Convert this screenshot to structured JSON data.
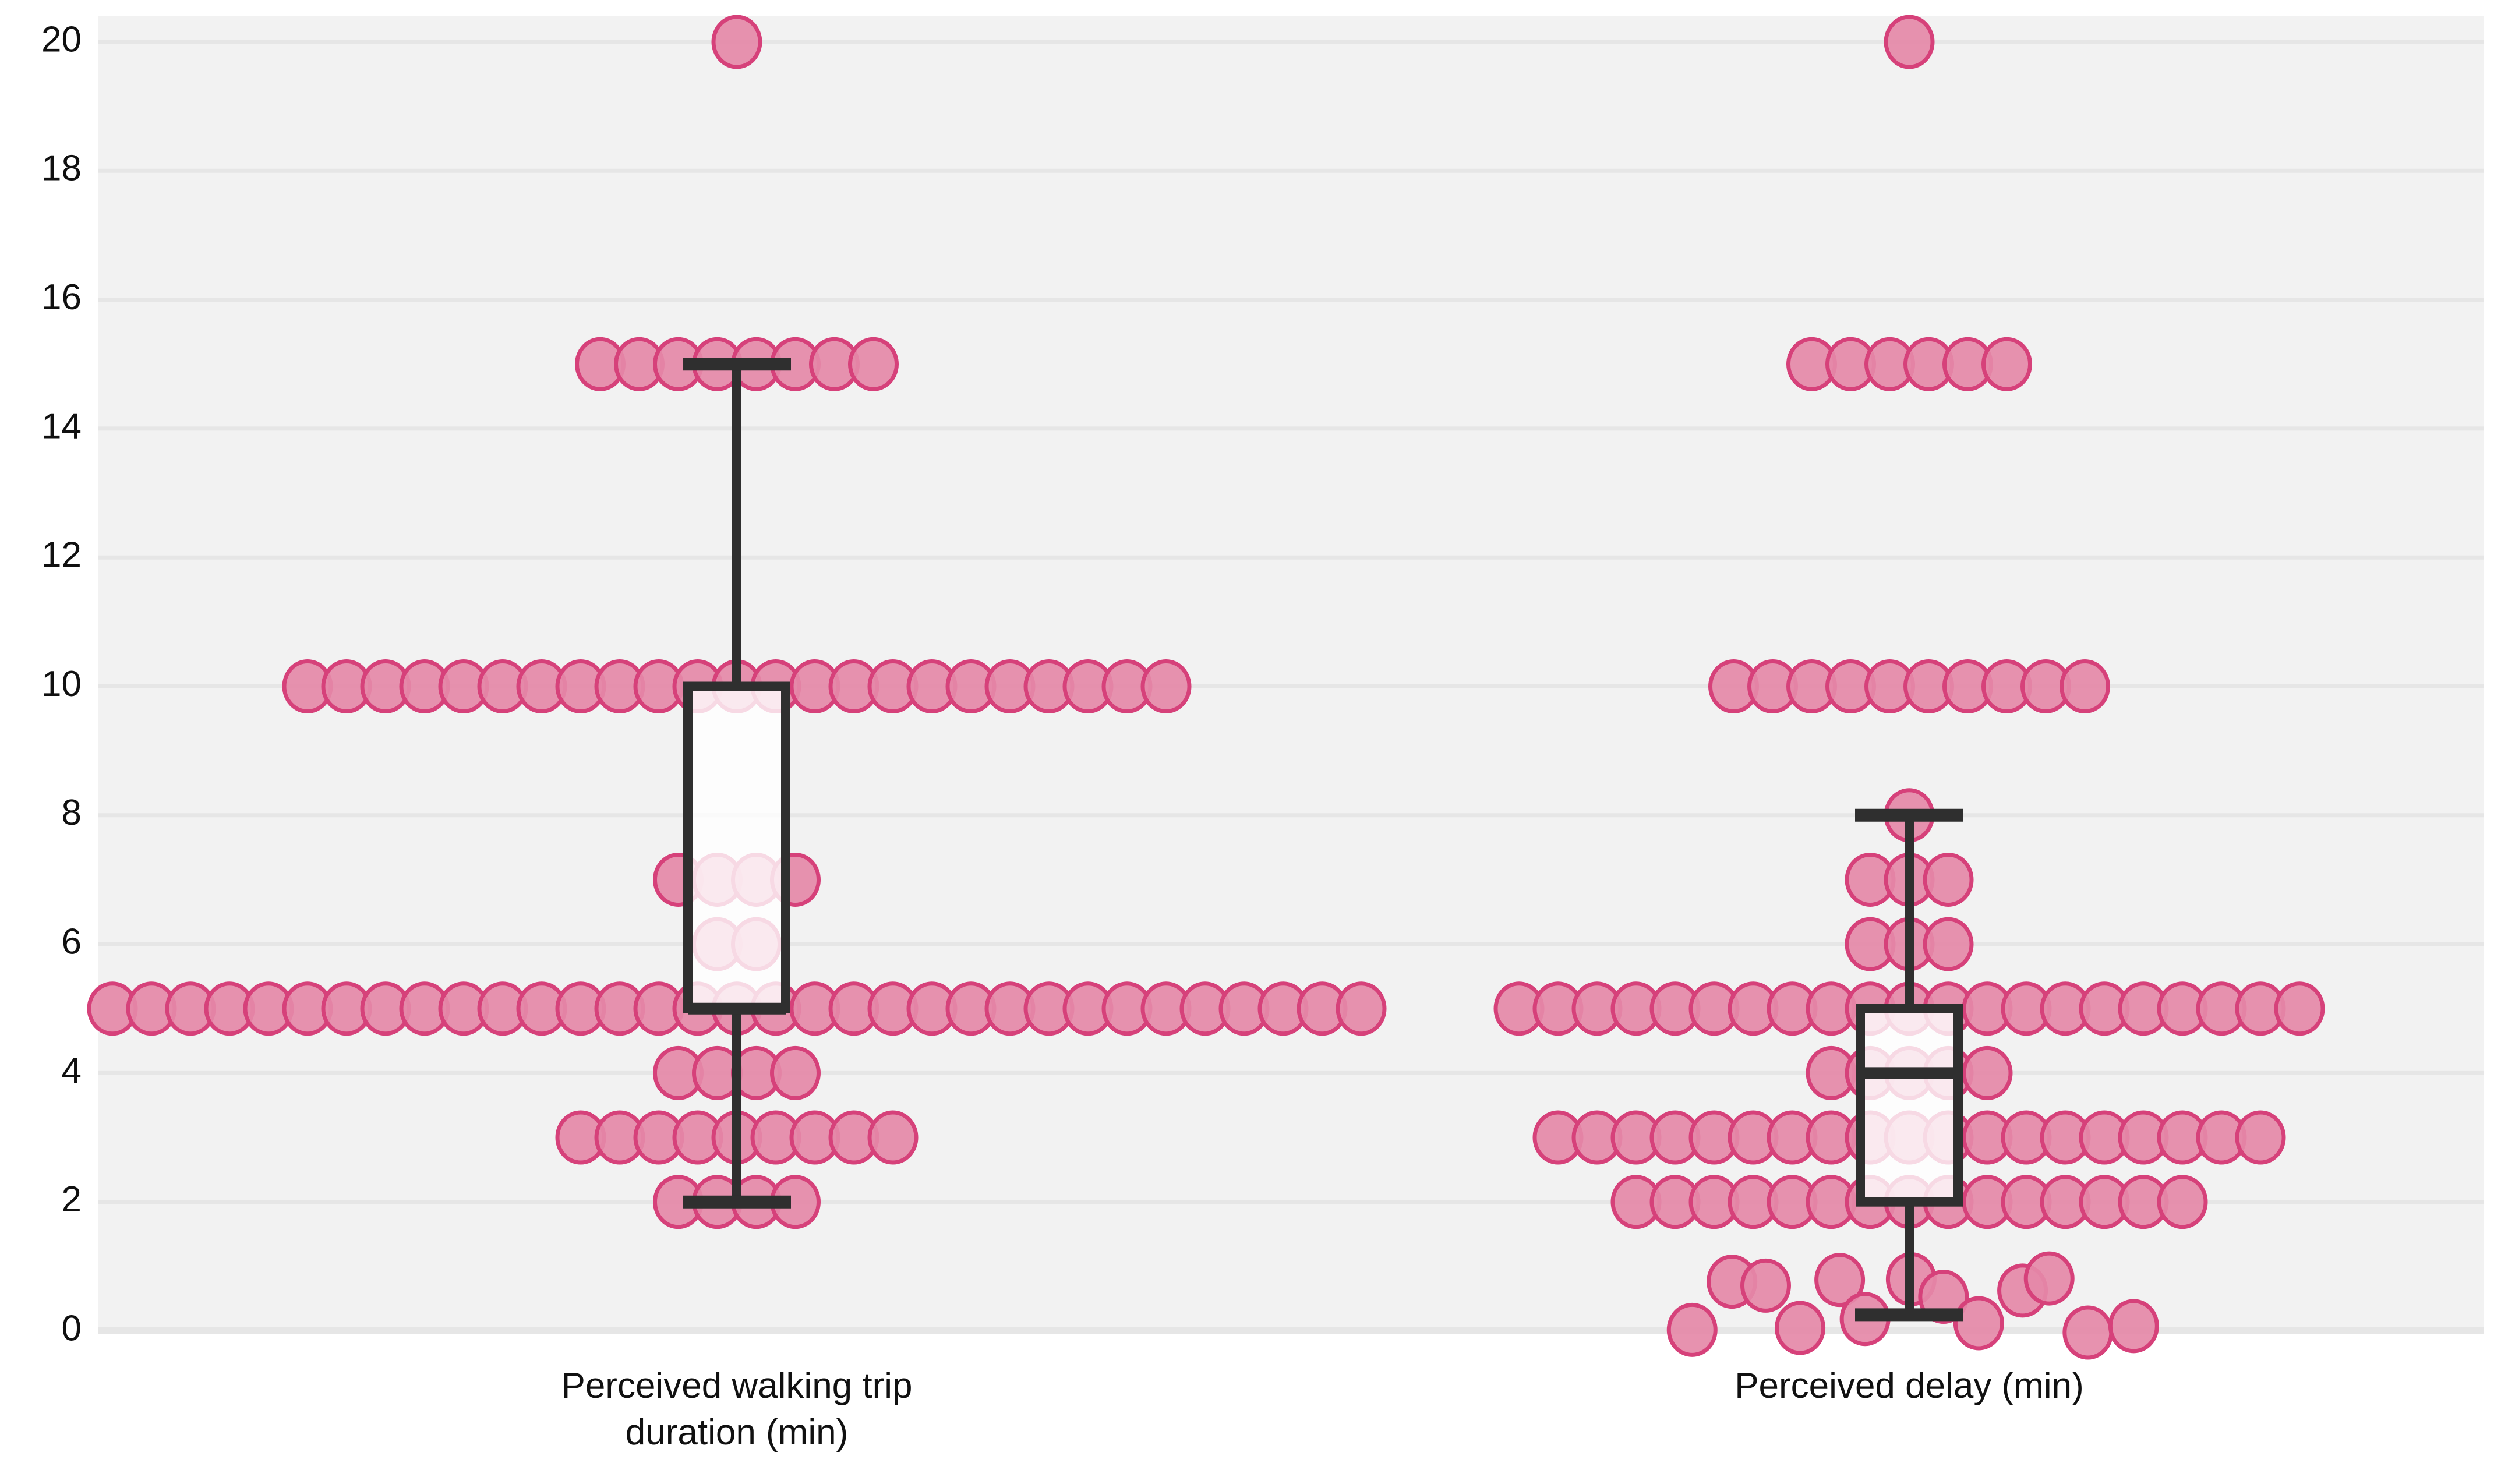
{
  "chart_data": {
    "type": "scatter",
    "subtype": "box-plot-with-jittered-strip-points",
    "title": "",
    "xlabel": "",
    "ylabel": "",
    "ylim": [
      0,
      20
    ],
    "yticks": [
      0,
      2,
      4,
      6,
      8,
      10,
      12,
      14,
      16,
      18,
      20
    ],
    "ytick_labels": [
      "0",
      "2",
      "4",
      "6",
      "8",
      "10",
      "12",
      "14",
      "16",
      "18",
      "20"
    ],
    "grid": true,
    "grid_axis": "y",
    "legend": "none",
    "categories": [
      "Perceived walking trip duration (min)",
      "Perceived delay (min)"
    ],
    "series": [
      {
        "name": "Perceived walking trip duration (min)",
        "box": {
          "whisker_low": 2,
          "q1": 5,
          "median": 5,
          "q3": 10,
          "whisker_high": 15,
          "outliers": [
            20
          ]
        },
        "value_counts": [
          {
            "value": 20,
            "count": 1
          },
          {
            "value": 15,
            "count": 8
          },
          {
            "value": 10,
            "count": 23
          },
          {
            "value": 7,
            "count": 4
          },
          {
            "value": 6,
            "count": 2
          },
          {
            "value": 5,
            "count": 33
          },
          {
            "value": 4,
            "count": 4
          },
          {
            "value": 3,
            "count": 9
          },
          {
            "value": 2,
            "count": 4
          }
        ]
      },
      {
        "name": "Perceived delay (min)",
        "box": {
          "whisker_low": 0.25,
          "q1": 2,
          "median": 4,
          "q3": 5,
          "whisker_high": 8,
          "outliers": [
            20
          ]
        },
        "value_counts": [
          {
            "value": 20,
            "count": 1
          },
          {
            "value": 15,
            "count": 6
          },
          {
            "value": 10,
            "count": 10
          },
          {
            "value": 8,
            "count": 1
          },
          {
            "value": 7,
            "count": 3
          },
          {
            "value": 6,
            "count": 3
          },
          {
            "value": 5,
            "count": 21
          },
          {
            "value": 4,
            "count": 5
          },
          {
            "value": 3,
            "count": 19
          },
          {
            "value": 2,
            "count": 15
          },
          {
            "value": 1,
            "count": 13
          }
        ]
      }
    ]
  },
  "axis": {
    "x_labels": [
      {
        "line1": "Perceived walking trip",
        "line2": "duration (min)"
      },
      {
        "line1": "Perceived delay (min)",
        "line2": ""
      }
    ]
  },
  "colors": {
    "dot_fill": "#e589a8",
    "dot_stroke": "#d6417a",
    "box_stroke": "#2f2f2f",
    "box_fill": "#ffffff",
    "plot_background": "#f2f2f2",
    "grid_line": "#e6e6e6",
    "tick_text": "#101010"
  }
}
